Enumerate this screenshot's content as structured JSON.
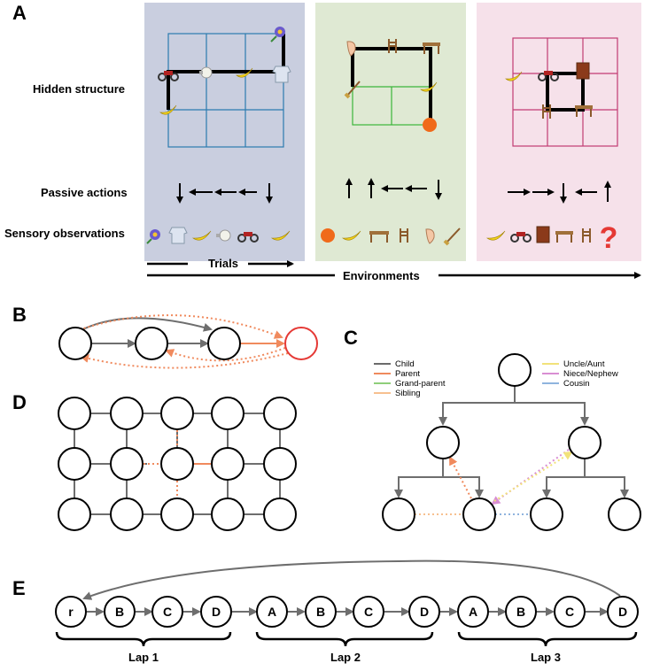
{
  "panels": {
    "a": "A",
    "b": "B",
    "c": "C",
    "d": "D",
    "e": "E"
  },
  "panel_a": {
    "row_labels": {
      "hidden": "Hidden structure",
      "passive": "Passive actions",
      "sensory": "Sensory observations"
    },
    "axis_labels": {
      "trials": "Trials",
      "environments": "Environments"
    },
    "env_colors": {
      "env1_bg": "#c9cedf",
      "env1_grid": "#2b7bb0",
      "env2_bg": "#dfe9d3",
      "env2_grid": "#3ab53a",
      "env3_bg": "#f6e1ea",
      "env3_grid": "#c23b73"
    },
    "env1_actions": [
      "down",
      "left",
      "left",
      "left",
      "down"
    ],
    "env2_actions": [
      "up",
      "up",
      "left",
      "left",
      "down"
    ],
    "env3_actions": [
      "right",
      "right",
      "down",
      "left",
      "up"
    ],
    "env1_observations": [
      "flower-icon",
      "shirt-icon",
      "banana-icon",
      "bulb-icon",
      "motorbike-icon",
      "banana-icon"
    ],
    "env2_observations": [
      "orange-icon",
      "banana-icon",
      "table-icon",
      "chair-icon",
      "ear-icon",
      "broom-icon"
    ],
    "env3_observations": [
      "banana-icon",
      "motorbike-icon",
      "book-icon",
      "table-icon",
      "chair-icon",
      "question-mark"
    ],
    "question_mark": "?"
  },
  "panel_c": {
    "legend": [
      {
        "label": "Child",
        "color": "#6b6b6b"
      },
      {
        "label": "Parent",
        "color": "#ef8a5d"
      },
      {
        "label": "Grand-parent",
        "color": "#8fcf7a"
      },
      {
        "label": "Sibling",
        "color": "#f7c08f"
      },
      {
        "label": "Uncle/Aunt",
        "color": "#f2e27a"
      },
      {
        "label": "Niece/Nephew",
        "color": "#d98ed3"
      },
      {
        "label": "Cousin",
        "color": "#8fb4de"
      }
    ]
  },
  "panel_e": {
    "nodes": [
      "r",
      "B",
      "C",
      "D",
      "A",
      "B",
      "C",
      "D",
      "A",
      "B",
      "C",
      "D"
    ],
    "laps": [
      "Lap 1",
      "Lap 2",
      "Lap 3"
    ]
  },
  "colors": {
    "edge": "#6e6e6e",
    "orange": "#f08a5d",
    "red": "#e53935"
  }
}
